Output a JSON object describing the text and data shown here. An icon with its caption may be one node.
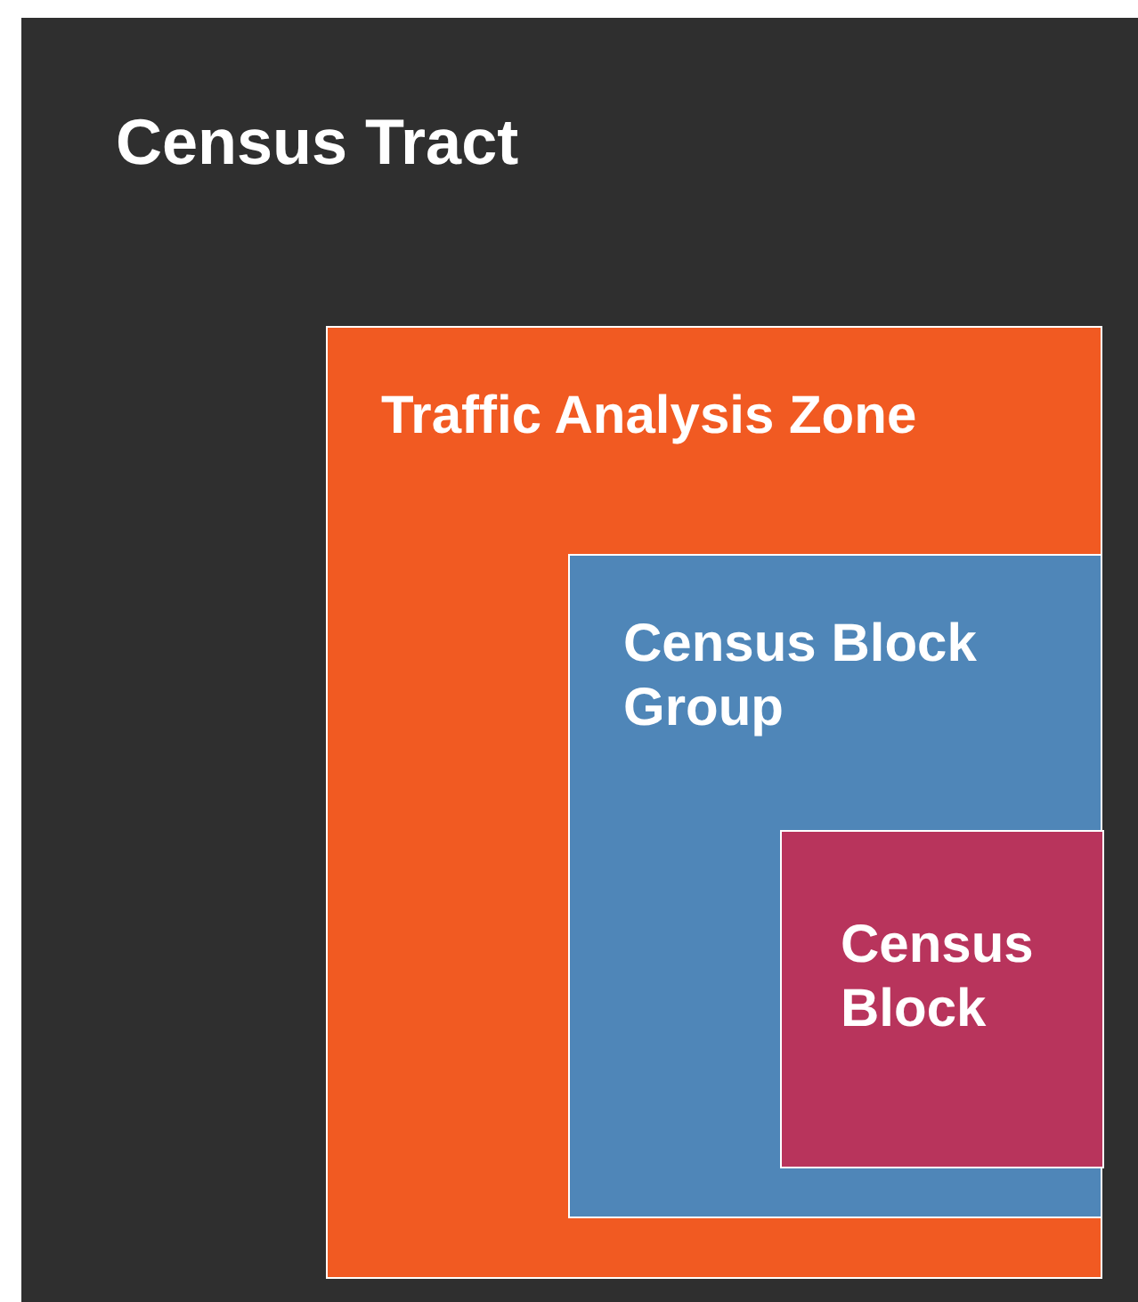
{
  "diagram": {
    "nodes": [
      {
        "text": [
          "Census Tract"
        ]
      },
      {
        "text": [
          "Traffic Analysis Zone"
        ],
        "in": 0
      },
      {
        "text": [
          "Census Block Group"
        ],
        "in": 1
      },
      {
        "text": [
          "Census Block"
        ],
        "in": 2
      }
    ]
  }
}
